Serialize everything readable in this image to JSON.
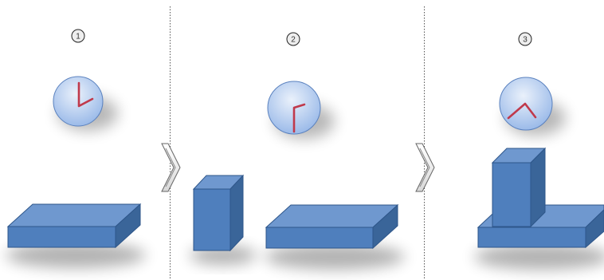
{
  "colors": {
    "background": "#ffffff",
    "box_top": "#6f98cf",
    "box_front": "#4f7fbd",
    "box_side": "#3a6599",
    "box_edge": "#2e568a",
    "clock_face_light": "#eaf1fb",
    "clock_face_dark": "#8fb2e6",
    "clock_rim": "#5b82bf",
    "clock_hand": "#c0394b",
    "divider": "#555555",
    "step_circle": "#eeeeee"
  },
  "panels": [
    {
      "step": "1",
      "clock": {
        "hour_hand_deg": 0,
        "minute_hand_deg": 118
      },
      "blocks": [
        "flat-slab"
      ]
    },
    {
      "step": "2",
      "clock": {
        "hour_hand_deg": 180,
        "minute_hand_deg": 55
      },
      "blocks": [
        "standing-block",
        "flat-slab"
      ]
    },
    {
      "step": "3",
      "clock": {
        "hour_hand_deg": 235,
        "minute_hand_deg": 145
      },
      "blocks": [
        "flat-slab",
        "standing-block-on-slab"
      ]
    }
  ],
  "transition_icon": "double-chevron-right-icon"
}
